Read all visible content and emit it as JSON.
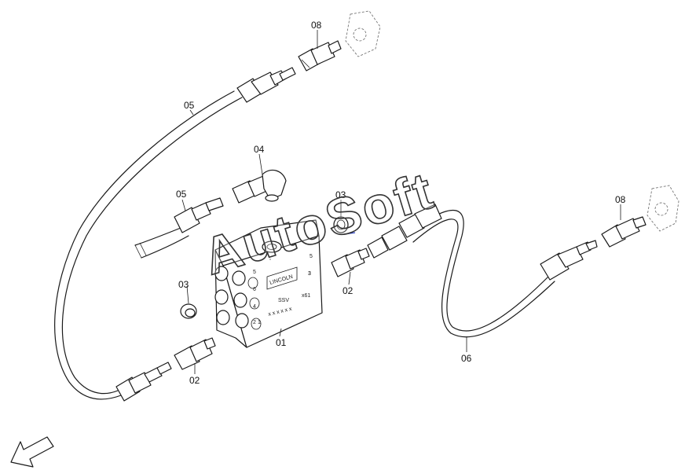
{
  "watermark": "AutoSoft",
  "block_marking": "LINCOLN",
  "port_labels": [
    "5",
    "6",
    "3",
    "4",
    "2",
    "1",
    "5",
    "3"
  ],
  "block_small_text": [
    "SSV",
    "x61",
    "x x x x x x"
  ],
  "callouts": [
    {
      "id": "c08a",
      "label": "08"
    },
    {
      "id": "c05a",
      "label": "05"
    },
    {
      "id": "c04",
      "label": "04"
    },
    {
      "id": "c05b",
      "label": "05"
    },
    {
      "id": "c03a",
      "label": "03"
    },
    {
      "id": "c02a",
      "label": "02"
    },
    {
      "id": "c03b",
      "label": "03"
    },
    {
      "id": "c01",
      "label": "01"
    },
    {
      "id": "c02b",
      "label": "02"
    },
    {
      "id": "c08b",
      "label": "08"
    },
    {
      "id": "c06",
      "label": "06"
    }
  ]
}
